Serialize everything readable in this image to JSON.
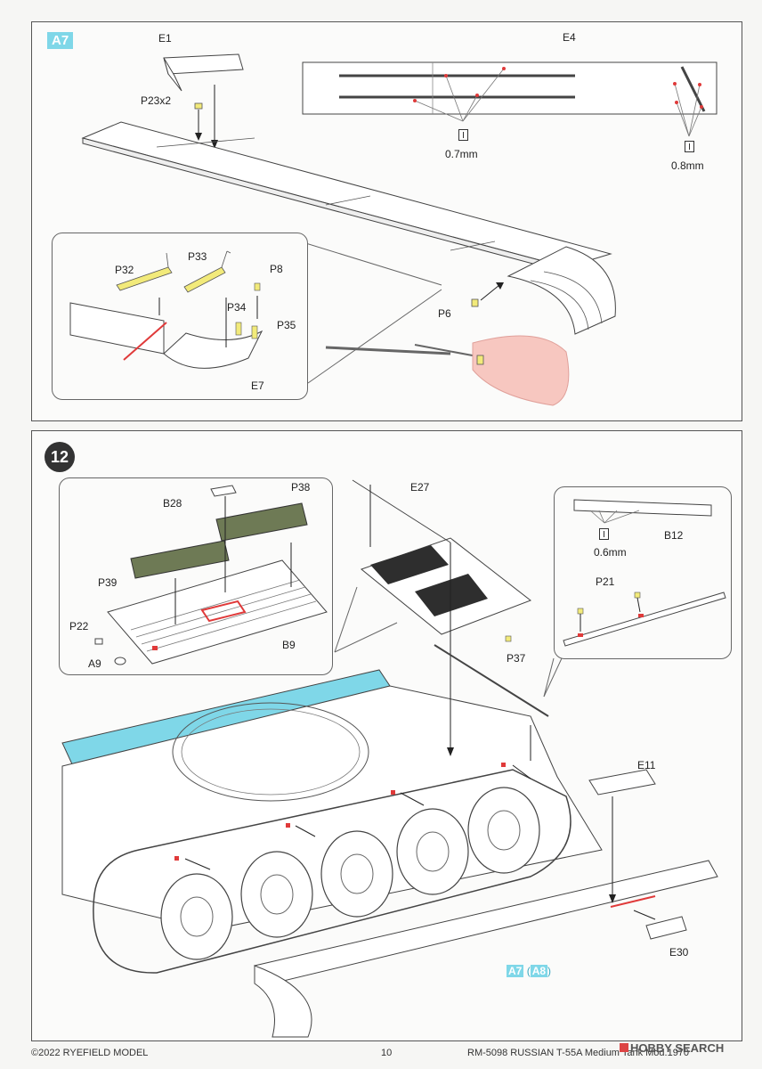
{
  "panel_a7": {
    "badge": "A7",
    "labels": {
      "e1": "E1",
      "e4": "E4",
      "p23": "P23x2",
      "mm07": "0.7mm",
      "mm08": "0.8mm",
      "p32": "P32",
      "p33": "P33",
      "p8": "P8",
      "p34": "P34",
      "p35": "P35",
      "e7": "E7",
      "p6": "P6"
    }
  },
  "panel_12": {
    "step": "12",
    "labels": {
      "b28": "B28",
      "p38": "P38",
      "p39": "P39",
      "p22": "P22",
      "a9": "A9",
      "b9": "B9",
      "e27": "E27",
      "p37": "P37",
      "b12": "B12",
      "mm06": "0.6mm",
      "p21": "P21",
      "e11": "E11",
      "e30": "E30",
      "ref_a7": "A7",
      "ref_a8": "A8",
      "paren_open": "(",
      "paren_close": ")"
    }
  },
  "footer": {
    "copyright": "©2022 RYEFIELD MODEL",
    "page": "10",
    "product": "RM-5098 RUSSIAN T-55A Medium Tank Mod.1970",
    "watermark": "HOBBY SEARCH"
  },
  "colors": {
    "highlight_blue": "#7fd7e8",
    "highlight_red": "#e03a3a",
    "highlight_yellow": "#f2ea7a",
    "mesh_green": "#6e7a55"
  }
}
